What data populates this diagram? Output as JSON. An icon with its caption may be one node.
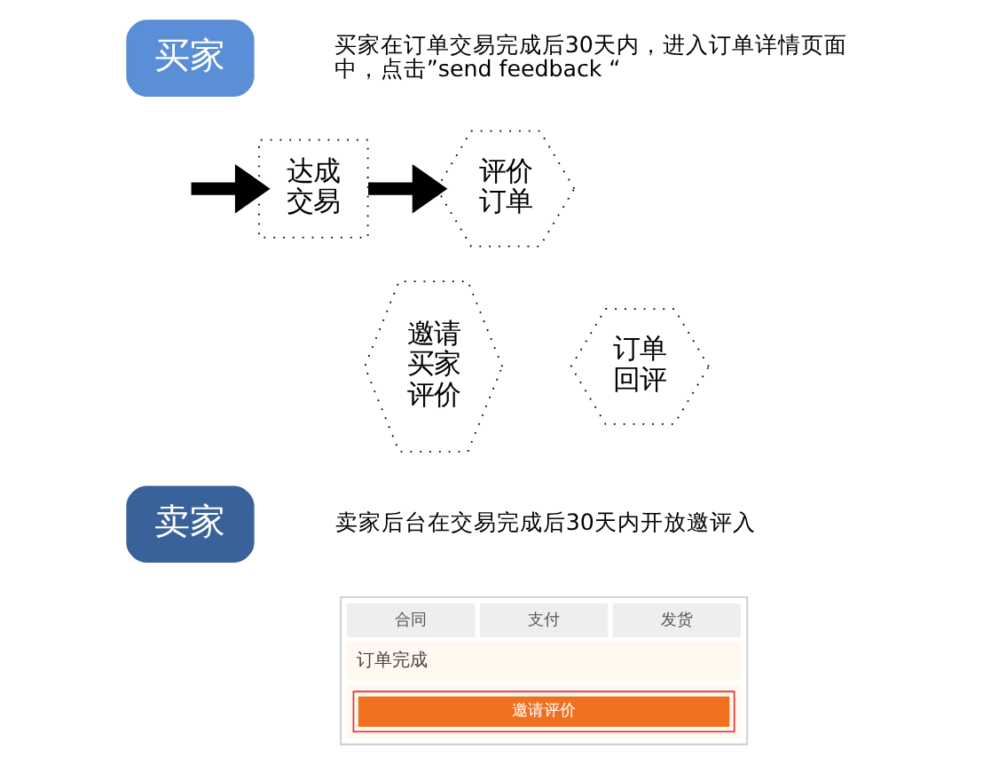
{
  "diagram": {
    "nodes": [
      {
        "text": [
          "买家"
        ],
        "beside": [
          "买家在订单交易完成后30天内，进入订单详情页面中，点击”send feedback “"
        ]
      },
      {
        "text": [
          "达成交易"
        ]
      },
      {
        "text": [
          "评价订单"
        ]
      },
      {
        "text": [
          "邀请买家评价"
        ]
      },
      {
        "text": [
          "订单回评"
        ]
      },
      {
        "text": [
          "卖家"
        ],
        "beside": [
          "卖家后台在交易完成后30天内开放邀评入"
        ]
      },
      {
        "text": [
          "合同",
          "支付",
          "发货",
          "订单完成",
          "邀请评价"
        ]
      }
    ],
    "edges": [
      {
        "from": null,
        "to": 1,
        "arrow": "to"
      },
      {
        "from": 1,
        "to": 2,
        "arrow": "to"
      }
    ]
  }
}
